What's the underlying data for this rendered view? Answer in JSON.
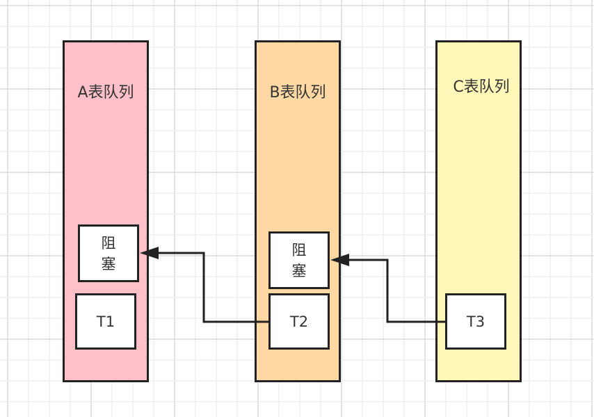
{
  "diagram": {
    "queues": [
      {
        "id": "A",
        "title": "A表队列",
        "fill": "#ffc0c8"
      },
      {
        "id": "B",
        "title": "B表队列",
        "fill": "#ffd8a4"
      },
      {
        "id": "C",
        "title": "C表队列",
        "fill": "#fff8b8"
      }
    ],
    "boxes": {
      "a_block": "阻\n塞",
      "a_t1": "T1",
      "b_block": "阻\n塞",
      "b_t2": "T2",
      "c_t3": "T3"
    },
    "edges": [
      {
        "from": "T2",
        "to": "A-阻塞"
      },
      {
        "from": "T3",
        "to": "B-阻塞"
      }
    ]
  }
}
